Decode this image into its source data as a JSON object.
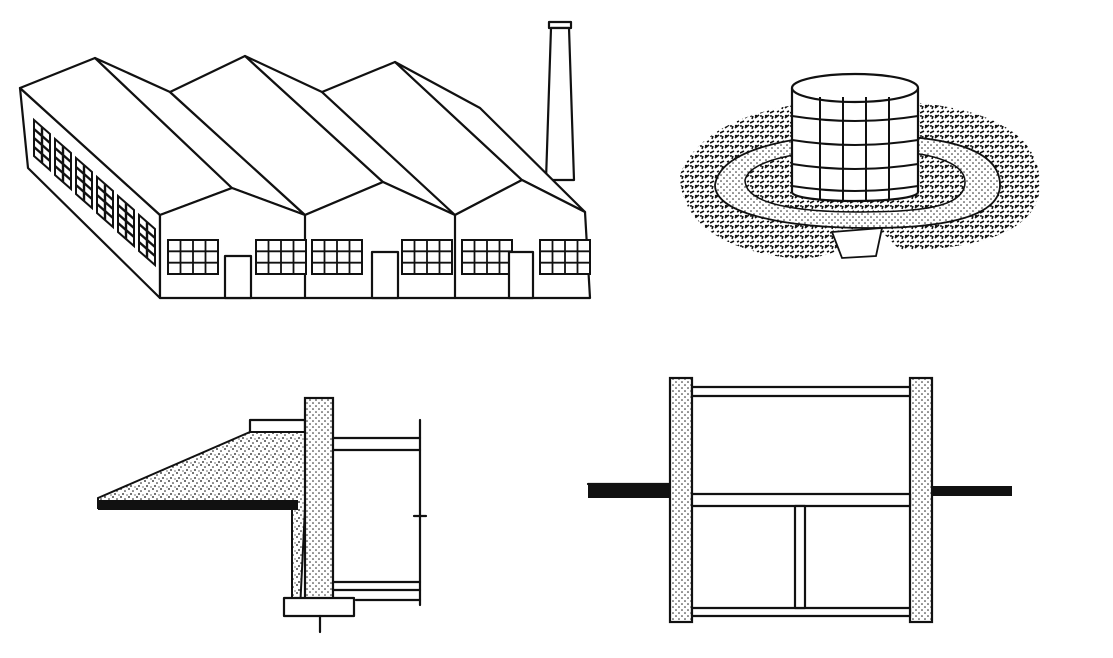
{
  "figure": {
    "panels": [
      {
        "id": "factory",
        "subject": "factory-building"
      },
      {
        "id": "gas-holder",
        "subject": "cylindrical-tank"
      },
      {
        "id": "retaining-wall",
        "subject": "embankment-section"
      },
      {
        "id": "basement",
        "subject": "basement-section"
      }
    ]
  }
}
